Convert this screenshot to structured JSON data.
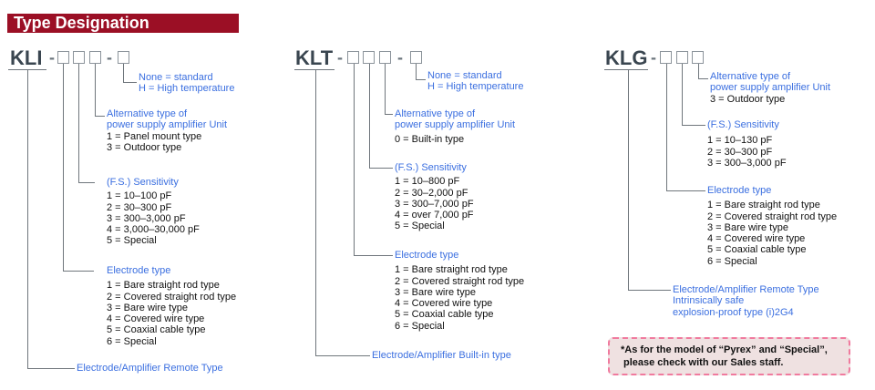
{
  "header": {
    "title": "Type Designation"
  },
  "kli": {
    "model": "KLI",
    "dash": "-",
    "temp": [
      "None = standard",
      "H = High temperature"
    ],
    "alt": {
      "title": [
        "Alternative type of",
        "power supply amplifier Unit"
      ],
      "items": [
        "1 = Panel mount type",
        "3 = Outdoor type"
      ]
    },
    "sens": {
      "title": "(F.S.) Sensitivity",
      "items": [
        "1 = 10–100 pF",
        "2 = 30–300 pF",
        "3 = 300–3,000 pF",
        "4 = 3,000–30,000 pF",
        "5 = Special"
      ]
    },
    "elec": {
      "title": "Electrode type",
      "items": [
        "1 = Bare straight rod type",
        "2 = Covered straight rod type",
        "3 = Bare wire type",
        "4 = Covered wire type",
        "5 = Coaxial cable type",
        "6 = Special"
      ]
    },
    "type": "Electrode/Amplifier Remote Type"
  },
  "klt": {
    "model": "KLT",
    "dash": "-",
    "temp": [
      "None = standard",
      "H = High temperature"
    ],
    "alt": {
      "title": [
        "Alternative type of",
        "power supply amplifier Unit"
      ],
      "items": [
        "0 = Built-in type"
      ]
    },
    "sens": {
      "title": "(F.S.) Sensitivity",
      "items": [
        "1 = 10–800 pF",
        "2 = 30–2,000 pF",
        "3 = 300–7,000 pF",
        "4 = over 7,000 pF",
        "5 = Special"
      ]
    },
    "elec": {
      "title": "Electrode type",
      "items": [
        "1 = Bare straight rod type",
        "2 = Covered straight rod type",
        "3 = Bare wire type",
        "4 = Covered wire type",
        "5 = Coaxial cable type",
        "6 = Special"
      ]
    },
    "type": "Electrode/Amplifier Built-in type"
  },
  "klg": {
    "model": "KLG",
    "dash": "-",
    "alt": {
      "title": [
        "Alternative type of",
        "power supply amplifier Unit"
      ],
      "items": [
        "3 = Outdoor type"
      ]
    },
    "sens": {
      "title": "(F.S.) Sensitivity",
      "items": [
        "1 = 10–130 pF",
        "2 = 30–300 pF",
        "3 = 300–3,000 pF"
      ]
    },
    "elec": {
      "title": "Electrode type",
      "items": [
        "1 = Bare straight rod type",
        "2 = Covered straight rod type",
        "3 = Bare wire type",
        "4 = Covered wire type",
        "5 = Coaxial cable type",
        "6 = Special"
      ]
    },
    "type": [
      "Electrode/Amplifier Remote Type",
      "Intrinsically safe",
      "explosion-proof type (i)2G4"
    ]
  },
  "note": [
    "*As for the model of “Pyrex” and “Special”,",
    "please check with our Sales staff."
  ]
}
